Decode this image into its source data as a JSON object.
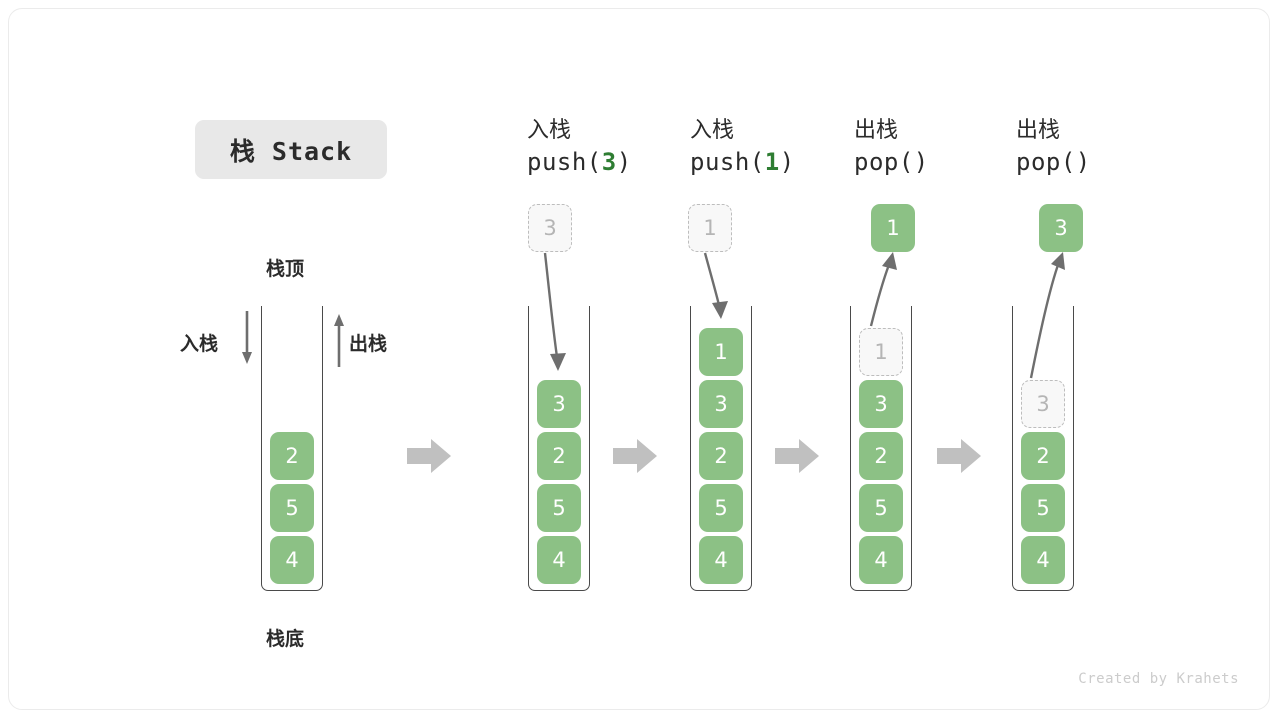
{
  "title": {
    "badge": "栈 Stack"
  },
  "labels": {
    "top": "栈顶",
    "bottom": "栈底",
    "push": "入栈",
    "pop": "出栈"
  },
  "colors": {
    "cell_green": "#8cc185",
    "cell_text": "#ffffff",
    "ghost_border": "#bdbdbd",
    "ghost_text": "#b5b5b5",
    "block_arrow": "#c0c0c0",
    "accent_green": "#2e7d32",
    "line": "#6e6e6e",
    "badge_bg": "#e8e8e8"
  },
  "columns": [
    {
      "id": "initial",
      "header_cn": "",
      "header_code": "",
      "cells": [
        "2",
        "5",
        "4"
      ],
      "ghost": null,
      "float_cell": null
    },
    {
      "id": "push-3",
      "header_cn": "入栈",
      "header_code_pre": "push(",
      "header_code_num": "3",
      "header_code_post": ")",
      "cells": [
        "3",
        "2",
        "5",
        "4"
      ],
      "ghost": {
        "value": "3",
        "position": "outside-top"
      },
      "arrow": "down"
    },
    {
      "id": "push-1",
      "header_cn": "入栈",
      "header_code_pre": "push(",
      "header_code_num": "1",
      "header_code_post": ")",
      "cells": [
        "1",
        "3",
        "2",
        "5",
        "4"
      ],
      "ghost": {
        "value": "1",
        "position": "outside-top"
      },
      "arrow": "down"
    },
    {
      "id": "pop-1",
      "header_cn": "出栈",
      "header_code_pre": "pop(",
      "header_code_num": "",
      "header_code_post": ")",
      "cells": [
        "3",
        "2",
        "5",
        "4"
      ],
      "ghost": {
        "value": "1",
        "position": "inside-top"
      },
      "float_cell": "1",
      "arrow": "up"
    },
    {
      "id": "pop-3",
      "header_cn": "出栈",
      "header_code_pre": "pop(",
      "header_code_num": "",
      "header_code_post": ")",
      "cells": [
        "2",
        "5",
        "4"
      ],
      "ghost": {
        "value": "3",
        "position": "inside-top"
      },
      "float_cell": "3",
      "arrow": "up"
    }
  ],
  "footer": "Created by Krahets"
}
